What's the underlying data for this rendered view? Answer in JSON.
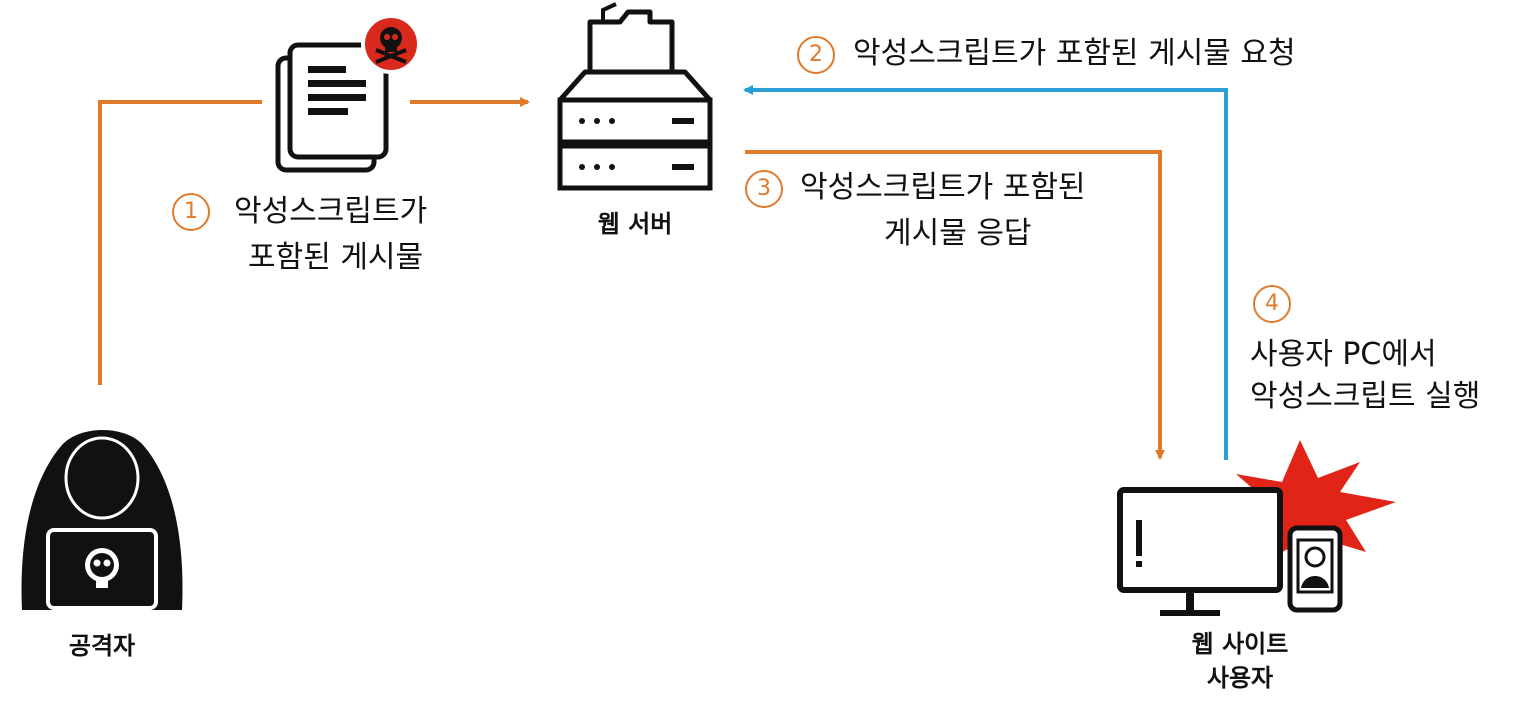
{
  "nodes": {
    "web_server_label": "웹 서버",
    "attacker_label": "공격자",
    "user_label_line1": "웹 사이트",
    "user_label_line2": "사용자"
  },
  "steps": [
    {
      "number": "1",
      "line1": "악성스크립트가",
      "line2": "포함된 게시물"
    },
    {
      "number": "2",
      "line1": "악성스크립트가 포함된 게시물 요청"
    },
    {
      "number": "3",
      "line1": "악성스크립트가 포함된",
      "line2": "게시물 응답"
    },
    {
      "number": "4",
      "line1": "사용자 PC에서",
      "line2": "악성스크립트 실행"
    }
  ],
  "colors": {
    "orange_arrow": "#e07b2c",
    "blue_arrow": "#2a9fd6",
    "burst": "#e02518",
    "icon": "#111111"
  },
  "icons": [
    "document-icon",
    "skull-badge-icon",
    "web-server-icon",
    "hacker-icon",
    "monitor-icon",
    "phone-icon",
    "explosion-icon"
  ]
}
